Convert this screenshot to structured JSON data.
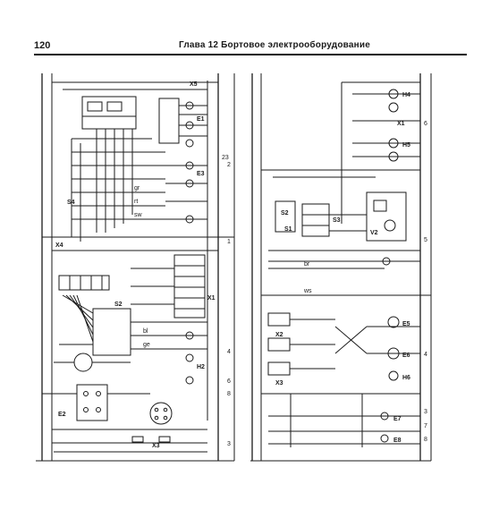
{
  "header": {
    "page_number": "120",
    "chapter_title": "Глава 12  Бортовое электрооборудование"
  },
  "diagram": {
    "left_block_labels": [
      "X5",
      "E1",
      "E3",
      "S4",
      "X4",
      "S2",
      "H2",
      "X1",
      "E2",
      "X3"
    ],
    "left_block_numbers": [
      "23",
      "1",
      "2",
      "3",
      "4",
      "8",
      "6"
    ],
    "right_block_labels": [
      "X1",
      "S1",
      "S2",
      "S3",
      "V2",
      "H4",
      "H5",
      "H6",
      "E5",
      "E6",
      "X2",
      "X3",
      "E7",
      "E8"
    ],
    "right_block_numbers": [
      "5",
      "6",
      "4",
      "3",
      "7",
      "8"
    ],
    "wire_colors": [
      "gr",
      "rt",
      "sw",
      "bl",
      "ge",
      "br",
      "ws"
    ]
  }
}
